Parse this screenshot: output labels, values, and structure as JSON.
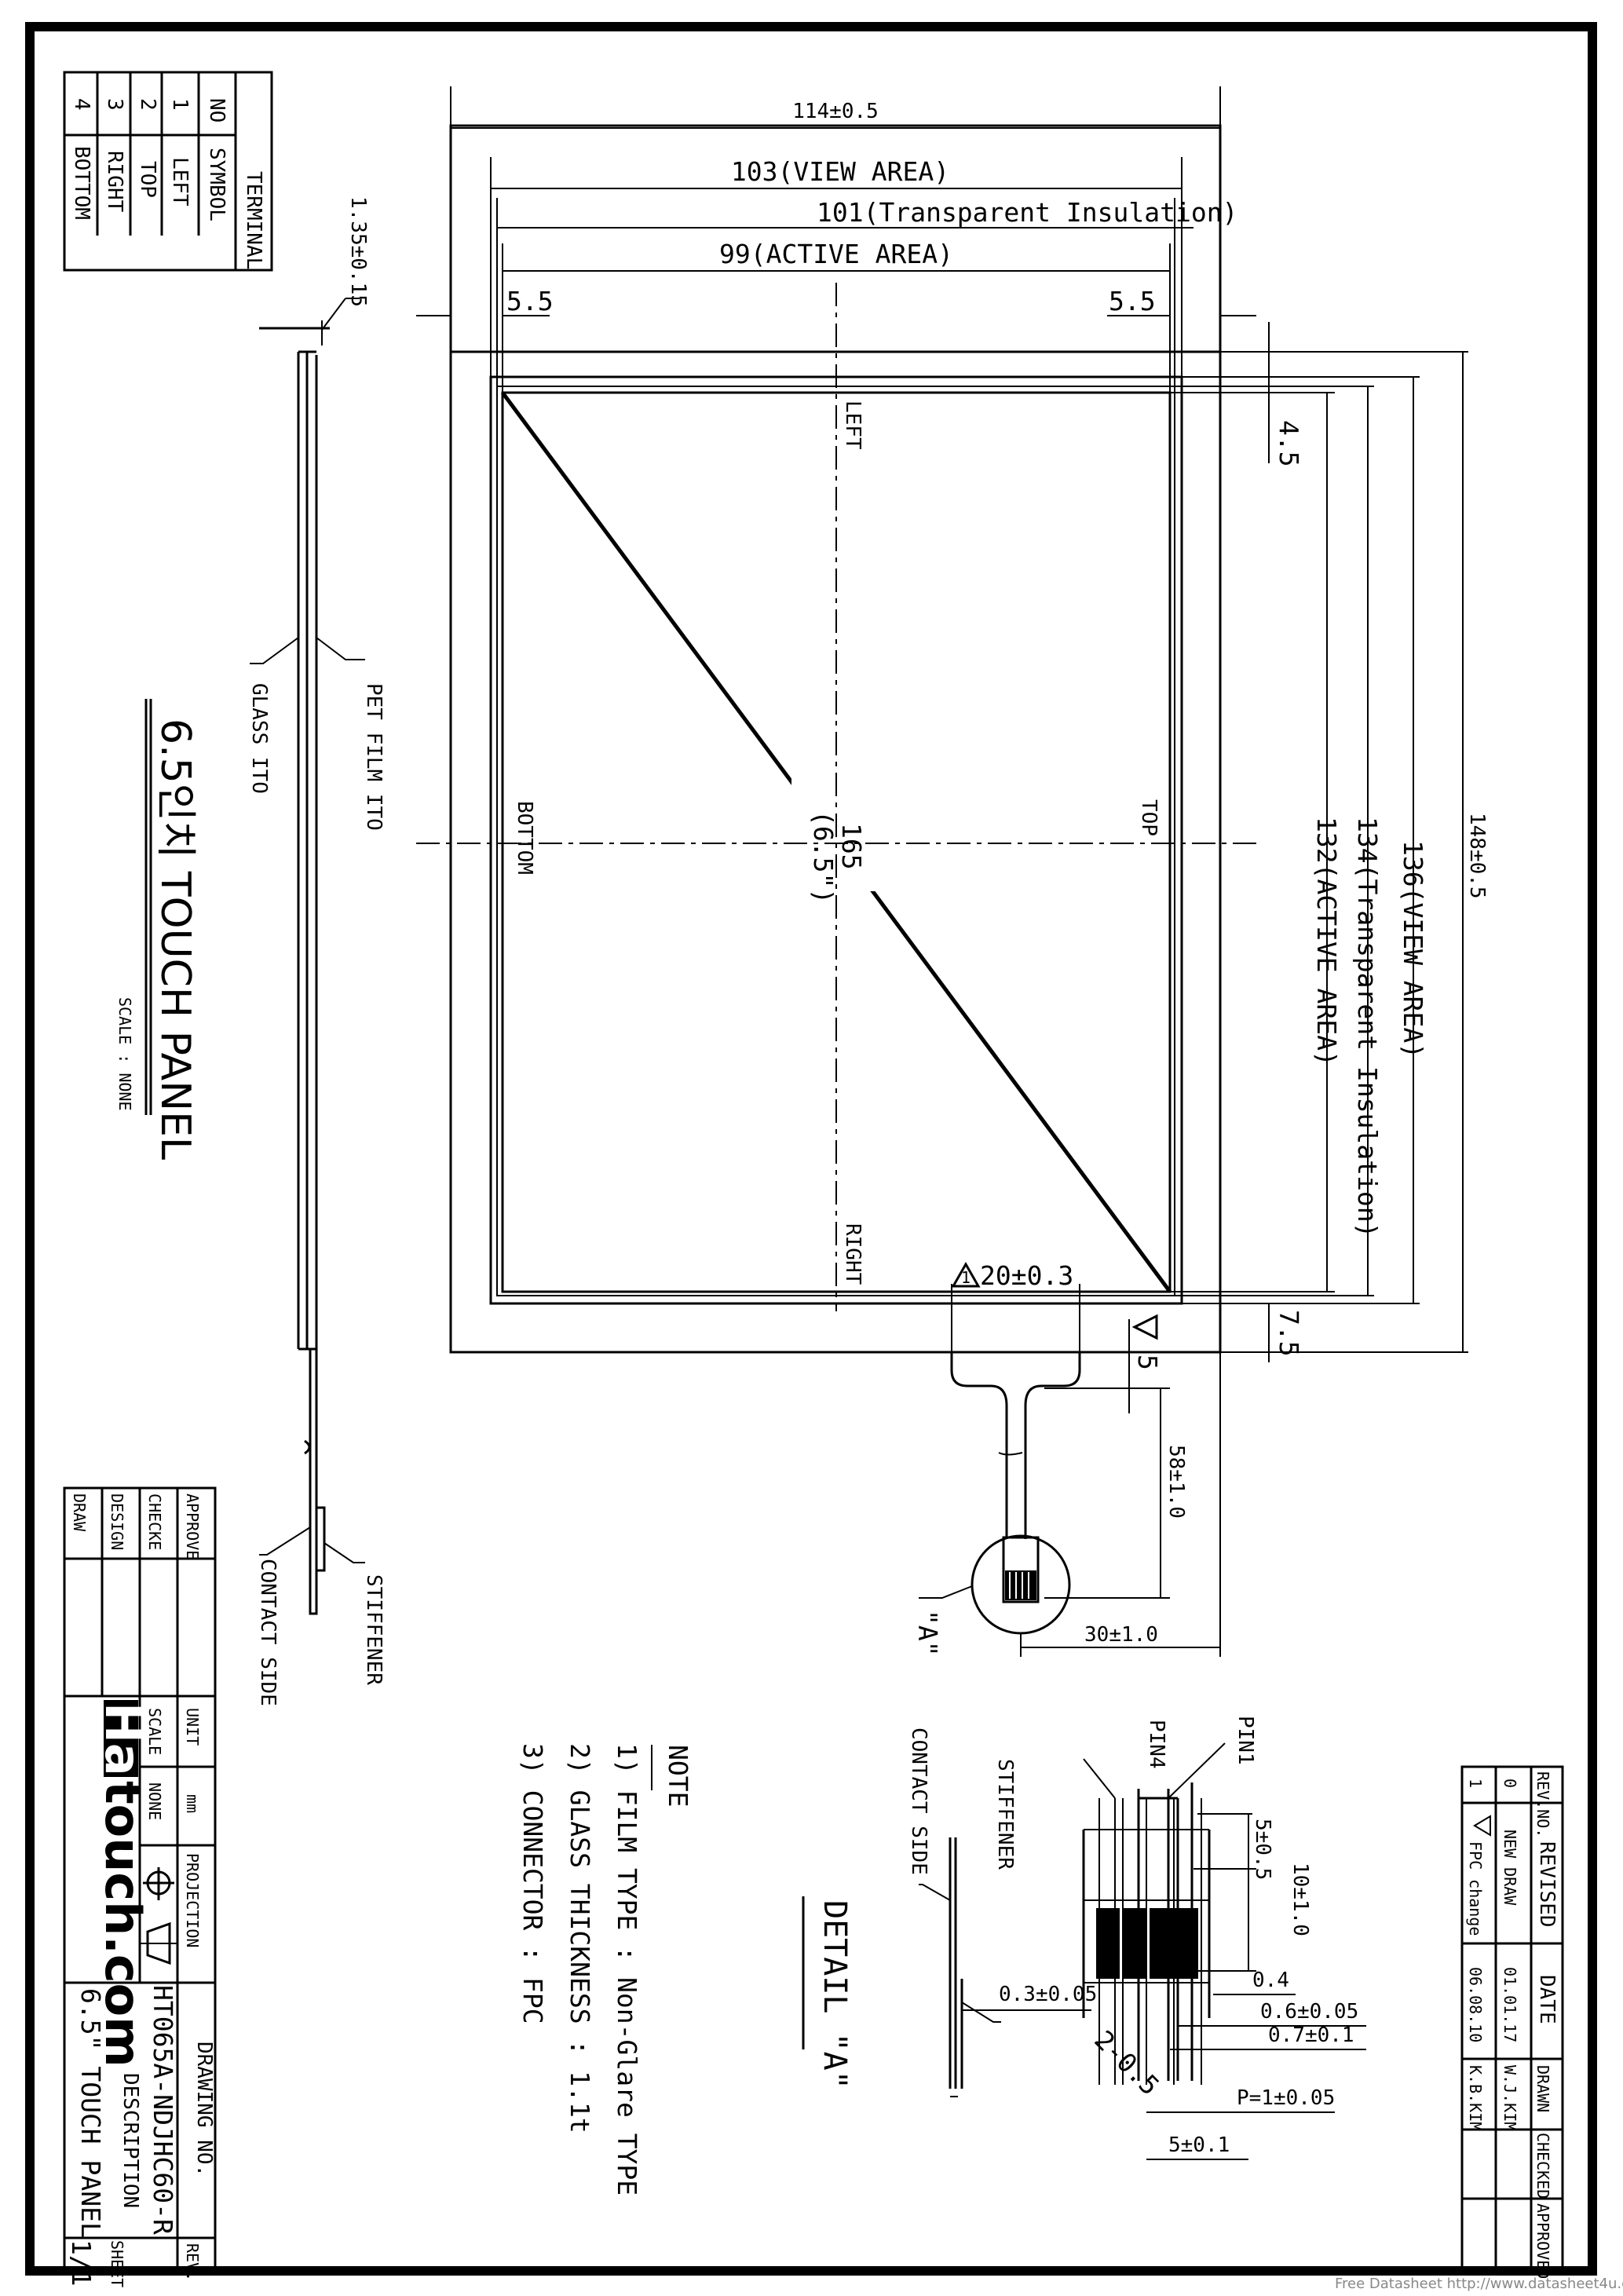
{
  "terminal_table": {
    "title": "TERMINAL",
    "headers": [
      "NO",
      "SYMBOL"
    ],
    "rows": [
      [
        "1",
        "LEFT"
      ],
      [
        "2",
        "TOP"
      ],
      [
        "3",
        "RIGHT"
      ],
      [
        "4",
        "BOTTOM"
      ]
    ]
  },
  "thickness": "1.35±0.15",
  "side_labels": {
    "pet_film": "PET FILM ITO",
    "glass": "GLASS ITO",
    "stiffener": "STIFFENER",
    "contact_side": "CONTACT SIDE"
  },
  "title": "6.5인치 TOUCH PANEL",
  "scale": "SCALE : NONE",
  "dims": {
    "width_total": "114±0.5",
    "view_area_w": "103(VIEW AREA)",
    "insulation_w": "101(Transparent Insulation)",
    "active_area_w": "99(ACTIVE AREA)",
    "margin_left": "5.5",
    "margin_right": "5.5",
    "margin_top": "4.5",
    "height_total": "148±0.5",
    "view_area_h": "136(VIEW AREA)",
    "insulation_h": "134(Transparent Insulation)",
    "active_area_h": "132(ACTIVE AREA)",
    "diag": "165",
    "diag_inch": "(6.5\")",
    "margin_bottom": "7.5",
    "fpc_width": "20±0.3",
    "fpc_5": "5",
    "fpc_length": "58±1.0",
    "fpc_offset": "30±1.0",
    "detail_marker": "\"A\""
  },
  "orientation": {
    "left": "LEFT",
    "top": "TOP",
    "right": "RIGHT",
    "bottom": "BOTTOM"
  },
  "detail": {
    "title": "DETAIL \"A\"",
    "pin1": "PIN1",
    "pin4": "PIN4",
    "d5_05": "5±0.5",
    "d10": "10±1.0",
    "d04": "0.4",
    "d06": "0.6±0.05",
    "d07": "0.7±0.1",
    "pitch": "P=1±0.05",
    "d5_01": "5±0.1",
    "corner": "2-0.5",
    "contact_side": "CONTACT SIDE",
    "stiffener": "STIFFENER",
    "stiff_thick": "0.3±0.05"
  },
  "notes": {
    "title": "NOTE",
    "items": [
      "1) FILM TYPE : Non-Glare TYPE",
      "2) GLASS THICKNESS : 1.1t",
      "3) CONNECTOR : FPC"
    ]
  },
  "revision": {
    "headers": [
      "REV.NO.",
      "REVISED",
      "DATE",
      "DRAWN",
      "CHECKED",
      "APPROVED"
    ],
    "rows": [
      [
        "0",
        "NEW DRAW",
        "01.01.17",
        "W.J.KIM",
        "",
        ""
      ],
      [
        "1",
        "FPC change",
        "06.08.10",
        "K.B.KIM",
        "",
        ""
      ]
    ],
    "triangle_mark": "1"
  },
  "title_block": {
    "approve": "APPROVE",
    "checke": "CHECKE",
    "design": "DESIGN",
    "draw": "DRAW",
    "unit_label": "UNIT",
    "unit_value": "mm",
    "scale_label": "SCALE",
    "scale_value": "NONE",
    "projection_label": "PROJECTION",
    "logo_han": "Han",
    "logo_rest": "touch.com",
    "drawing_no_label": "DRAWING NO.",
    "drawing_no": "HT065A-NDJHC60-R",
    "description_label": "DESCRIPTION",
    "description": "6.5\" TOUCH PANEL",
    "rev_label": "REV.",
    "sheet_label": "SHEET",
    "sheet": "1/1"
  },
  "watermark": "Free Datasheet http://www.datasheet4u.com"
}
